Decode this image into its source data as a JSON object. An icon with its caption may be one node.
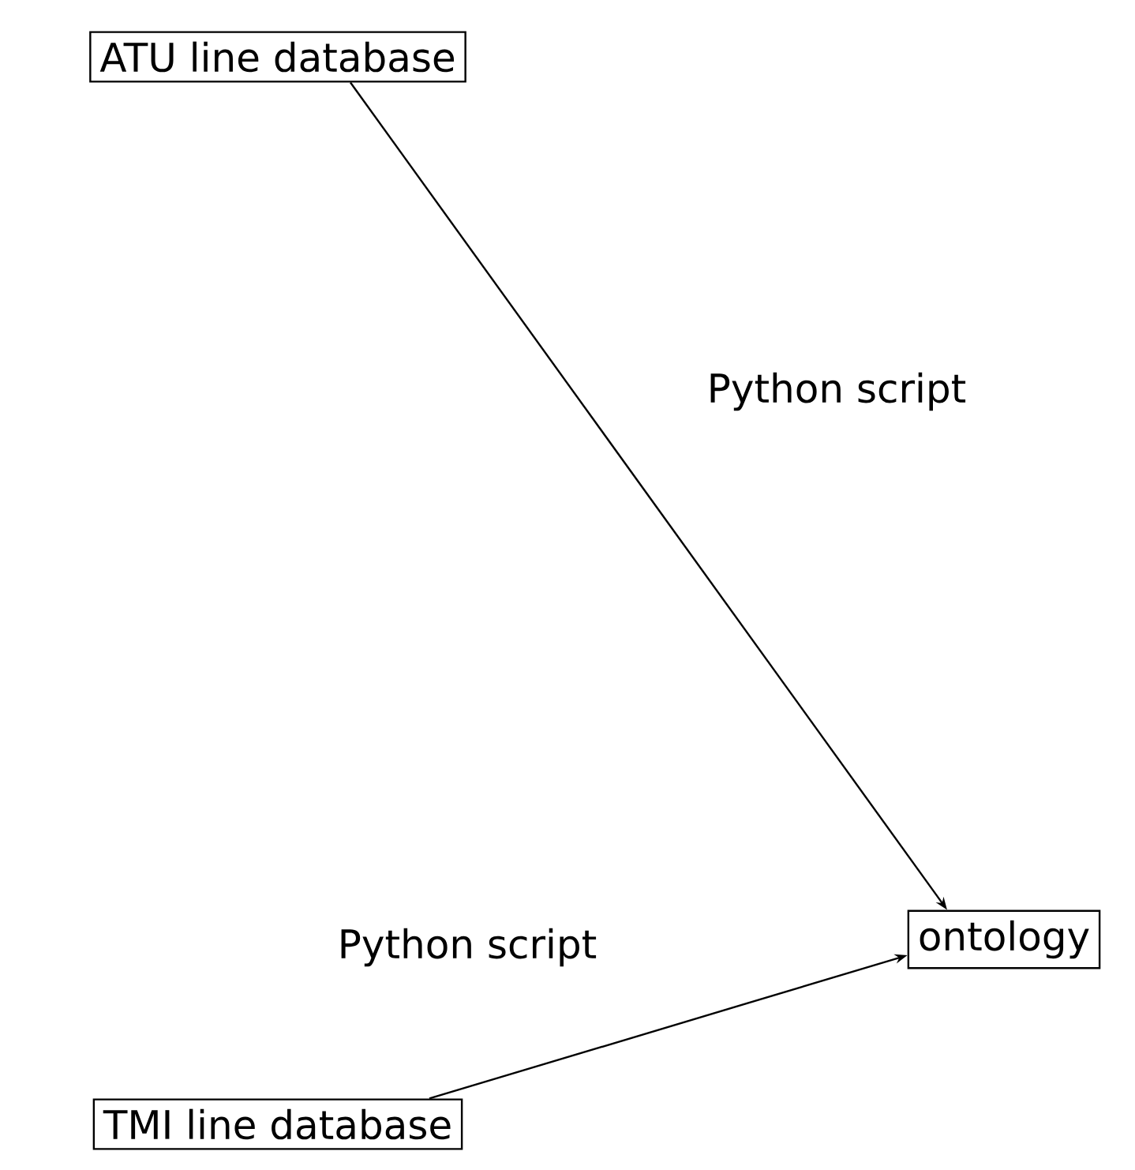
{
  "diagram": {
    "nodes": [
      {
        "text": [
          "ATU line database"
        ]
      },
      {
        "text": [
          "ontology"
        ]
      },
      {
        "text": [
          "TMI line database"
        ]
      }
    ],
    "edges": [
      {
        "from": 0,
        "to": 1,
        "arrow": "to",
        "label": "Python script"
      },
      {
        "from": 2,
        "to": 1,
        "arrow": "to",
        "label": "Python script"
      }
    ]
  }
}
